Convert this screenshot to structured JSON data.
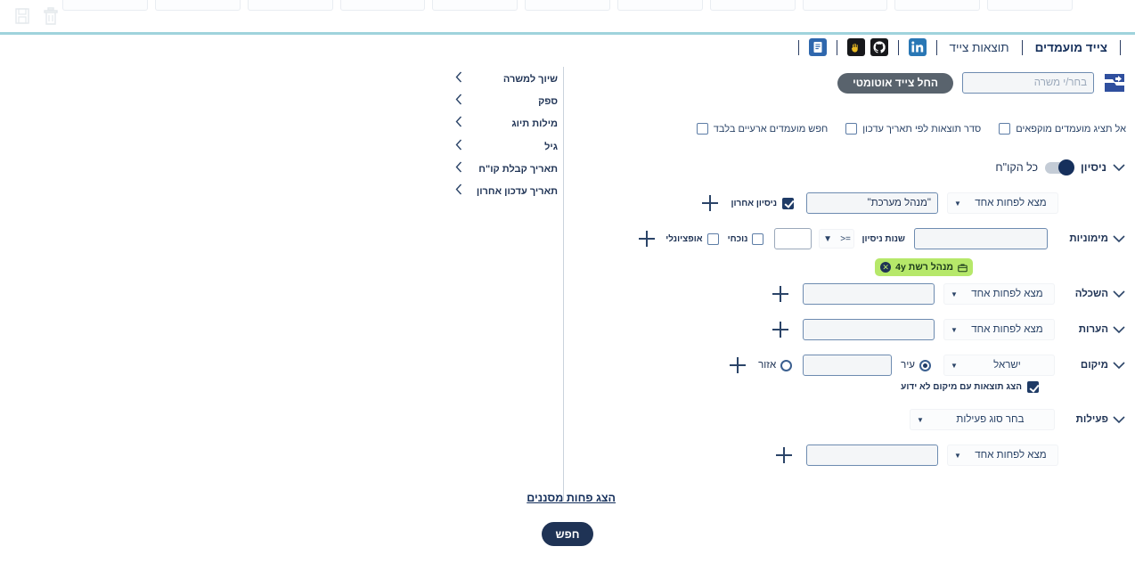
{
  "header": {
    "tabs": [
      {
        "label": "צייד מועמדים",
        "active": true
      },
      {
        "label": "תוצאות צייד",
        "active": false
      }
    ],
    "icons": [
      "linkedin-icon",
      "github-icon",
      "hand-icon",
      "document-icon"
    ],
    "toolbar_icons": [
      "trash-icon",
      "save-icon"
    ]
  },
  "job_picker": {
    "flag_icon": "flag-icon",
    "placeholder": "בחר/י משרה",
    "value": "",
    "auto_button": "החל צייד אוטומטי"
  },
  "top_checkboxes": [
    {
      "label": "אל תציג מועמדים מוקפאים",
      "checked": false
    },
    {
      "label": "סדר תוצאות לפי תאריך עדכון",
      "checked": false
    },
    {
      "label": "חפש מועמדים ארעיים בלבד",
      "checked": false
    }
  ],
  "sections": {
    "experience": {
      "name": "ניסיון",
      "toggle_on": true,
      "toggle_sub_label": "כל הקו\"ח",
      "match_select": "מצא לפחות אחד",
      "value": "\"מנהל מערכת\"",
      "last_exp_label": "ניסיון אחרון",
      "last_exp_checked": true
    },
    "seniority": {
      "name": "מימוניות",
      "value": "",
      "years_label": "שנות ניסיון",
      "operator": "=<",
      "years_value": "",
      "current_label": "נוכחי",
      "current_checked": false,
      "optional_label": "אופציונלי",
      "optional_checked": false,
      "tag": {
        "label": "מנהל רשת 4y",
        "icon": "briefcase-icon",
        "remove": "✕"
      }
    },
    "education": {
      "name": "השכלה",
      "match_select": "מצא לפחות אחד",
      "value": ""
    },
    "notes": {
      "name": "הערות",
      "match_select": "מצא לפחות אחד",
      "value": ""
    },
    "location": {
      "name": "מיקום",
      "country_select": "ישראל",
      "city_label": "עיר",
      "city_selected": true,
      "region_label": "אזור",
      "region_selected": false,
      "city_value": "",
      "unknown_label": "הצג תוצאות עם מיקום לא ידוע",
      "unknown_checked": true
    },
    "activity": {
      "name": "פעילות",
      "type_select": "בחר סוג פעילות",
      "match_select": "מצא לפחות אחד",
      "value": ""
    }
  },
  "left_filters": [
    {
      "label": "שיוך למשרה"
    },
    {
      "label": "ספק"
    },
    {
      "label": "מילות תיוג"
    },
    {
      "label": "גיל"
    },
    {
      "label": "תאריך קבלת קו\"ח"
    },
    {
      "label": "תאריך עדכון אחרון"
    }
  ],
  "actions": {
    "show_less": "הצג פחות מסננים",
    "search": "חפש"
  },
  "colors": {
    "accent": "#1f3355",
    "tag_green": "#b6e86a",
    "teal_rule": "#9fd3dc"
  }
}
